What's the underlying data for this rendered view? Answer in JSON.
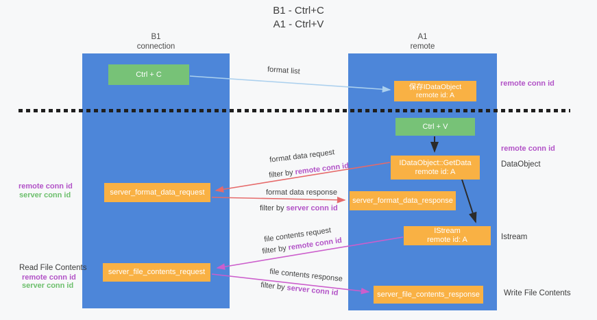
{
  "title": {
    "line1": "B1 - Ctrl+C",
    "line2": "A1 - Ctrl+V"
  },
  "lanes": {
    "b1": {
      "title": "B1",
      "subtitle": "connection"
    },
    "a1": {
      "title": "A1",
      "subtitle": "remote"
    }
  },
  "boxes": {
    "ctrl_c": {
      "label": "Ctrl + C"
    },
    "ctrl_v": {
      "label": "Ctrl + V"
    },
    "save_dataobject": {
      "line1": "保存IDataObject",
      "line2": "remote id: A"
    },
    "getdata": {
      "line1": "IDataObject::GetData",
      "line2": "remote id: A"
    },
    "istream": {
      "line1": "IStream",
      "line2": "remote id: A"
    },
    "server_format_data_request": {
      "label": "server_format_data_request"
    },
    "server_format_data_response": {
      "label": "server_format_data_response"
    },
    "server_file_contents_request": {
      "label": "server_file_contents_request"
    },
    "server_file_contents_response": {
      "label": "server_file_contents_response"
    }
  },
  "arrow_labels": {
    "format_list": "format list",
    "format_data_request": "format data request",
    "format_data_response": "format data response",
    "file_contents_request": "file contents request",
    "file_contents_response": "file contents response",
    "filter_by": "filter by",
    "remote_conn_id": "remote conn id",
    "server_conn_id": "server conn id"
  },
  "side_labels": {
    "remote_conn_id": "remote conn id",
    "server_conn_id": "server conn id",
    "dataobject": "DataObject",
    "istream": "Istream",
    "read_file_contents": "Read File Contents",
    "write_file_contents": "Write File Contents"
  },
  "colors": {
    "background": "#f7f8f9",
    "lane_blue": "#4d86d9",
    "box_green": "#77c277",
    "box_orange": "#f9b144",
    "arrow_red": "#e66a6a",
    "arrow_magenta": "#cc5ecc",
    "arrow_lightblue": "#abd0ee",
    "arrow_black": "#2b2b2b",
    "label_purple": "#b253c7",
    "label_green": "#6cbf6c"
  }
}
